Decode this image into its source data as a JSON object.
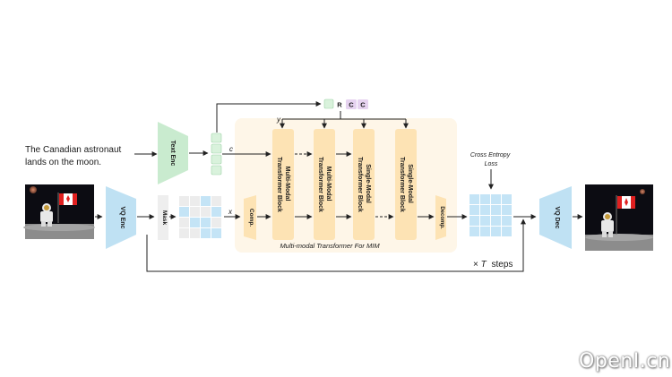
{
  "input_caption": [
    "The Canadian astronaut",
    "lands on the moon."
  ],
  "text_encoder": "Text Enc",
  "vq_encoder": "VQ Enc",
  "mask": "Mask",
  "comp": "Comp.",
  "decomp": "Decomp.",
  "vq_decoder": "VQ Dec",
  "var_c": "c",
  "var_x": "x",
  "var_y": "y",
  "cond_tokens": [
    "R",
    "C",
    "C"
  ],
  "blocks": [
    [
      "Multi-Modal",
      "Transformer Block"
    ],
    [
      "Multi-Modal",
      "Transformer Block"
    ],
    [
      "Single-Modal",
      "Transformer Block"
    ],
    [
      "Single-Modal",
      "Transformer Block"
    ]
  ],
  "transformer_label": "Multi-modal Transformer For MIM",
  "loss_label": [
    "Cross Entropy",
    "Loss"
  ],
  "steps_prefix": "×",
  "steps_var": "T",
  "steps_suffix": "steps",
  "watermark": "OpenI.cn",
  "colors": {
    "encoder_green": "#c9ebcf",
    "encoder_blue": "#bfe1f3",
    "block_orange": "#fde3b4",
    "panel_cream": "#fef6e8",
    "token_green": "#d9f2dc",
    "token_purple": "#e6d3f0",
    "patch_blue": "#c4e4f6",
    "patch_grey": "#ececec"
  },
  "icons": [
    "astronaut-moon-image",
    "astronaut-moon-output-image"
  ]
}
